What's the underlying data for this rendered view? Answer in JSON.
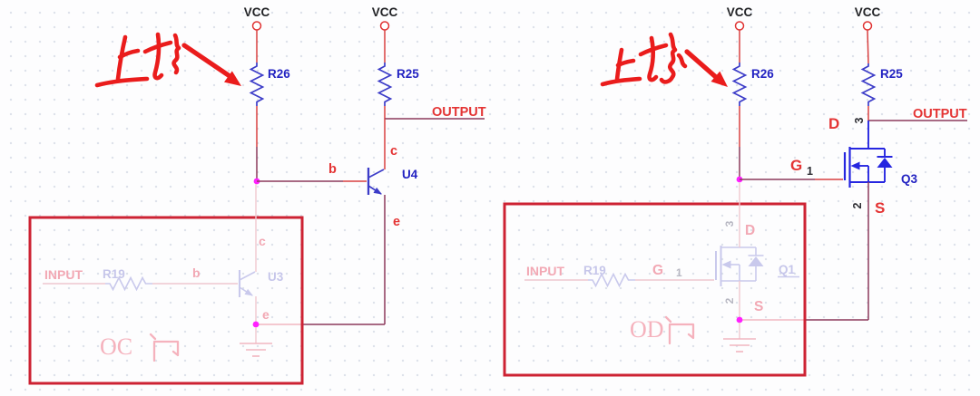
{
  "colors": {
    "accent_red": "#e43434",
    "wire_maroon": "#8c3a5c",
    "component_blue": "#3c3cc8",
    "mosfet_blue": "#2626e0",
    "label_blue": "#2323c2",
    "highlight_box_red": "#cd2233",
    "faded_pink": "#f2a8b4",
    "faded_lavender": "#c6c6ea",
    "junction_magenta": "#ff20ff",
    "handwriting_red": "#ea1c1c"
  },
  "left": {
    "annotation": "上拉",
    "vcc_a": "VCC",
    "vcc_b": "VCC",
    "r26": "R26",
    "r25": "R25",
    "output": "OUTPUT",
    "u4": {
      "ref": "U4",
      "b": "b",
      "c": "c",
      "e": "e"
    },
    "box": {
      "title": "OC门",
      "title_latin": "OC",
      "input": "INPUT",
      "r19": "R19",
      "u3": {
        "ref": "U3",
        "b": "b",
        "c": "c",
        "e": "e"
      }
    }
  },
  "right": {
    "annotation": "上拉",
    "vcc_a": "VCC",
    "vcc_b": "VCC",
    "r26": "R26",
    "r25": "R25",
    "output": "OUTPUT",
    "q3": {
      "ref": "Q3",
      "g": "G",
      "d": "D",
      "s": "S",
      "pin_g": "1",
      "pin_d": "3",
      "pin_s": "2"
    },
    "box": {
      "title": "OD门",
      "title_latin": "OD",
      "input": "INPUT",
      "r19": "R19",
      "q1": {
        "ref": "Q1",
        "g": "G",
        "d": "D",
        "s": "S",
        "pin_g": "1",
        "pin_d": "3",
        "pin_s": "2"
      }
    }
  }
}
